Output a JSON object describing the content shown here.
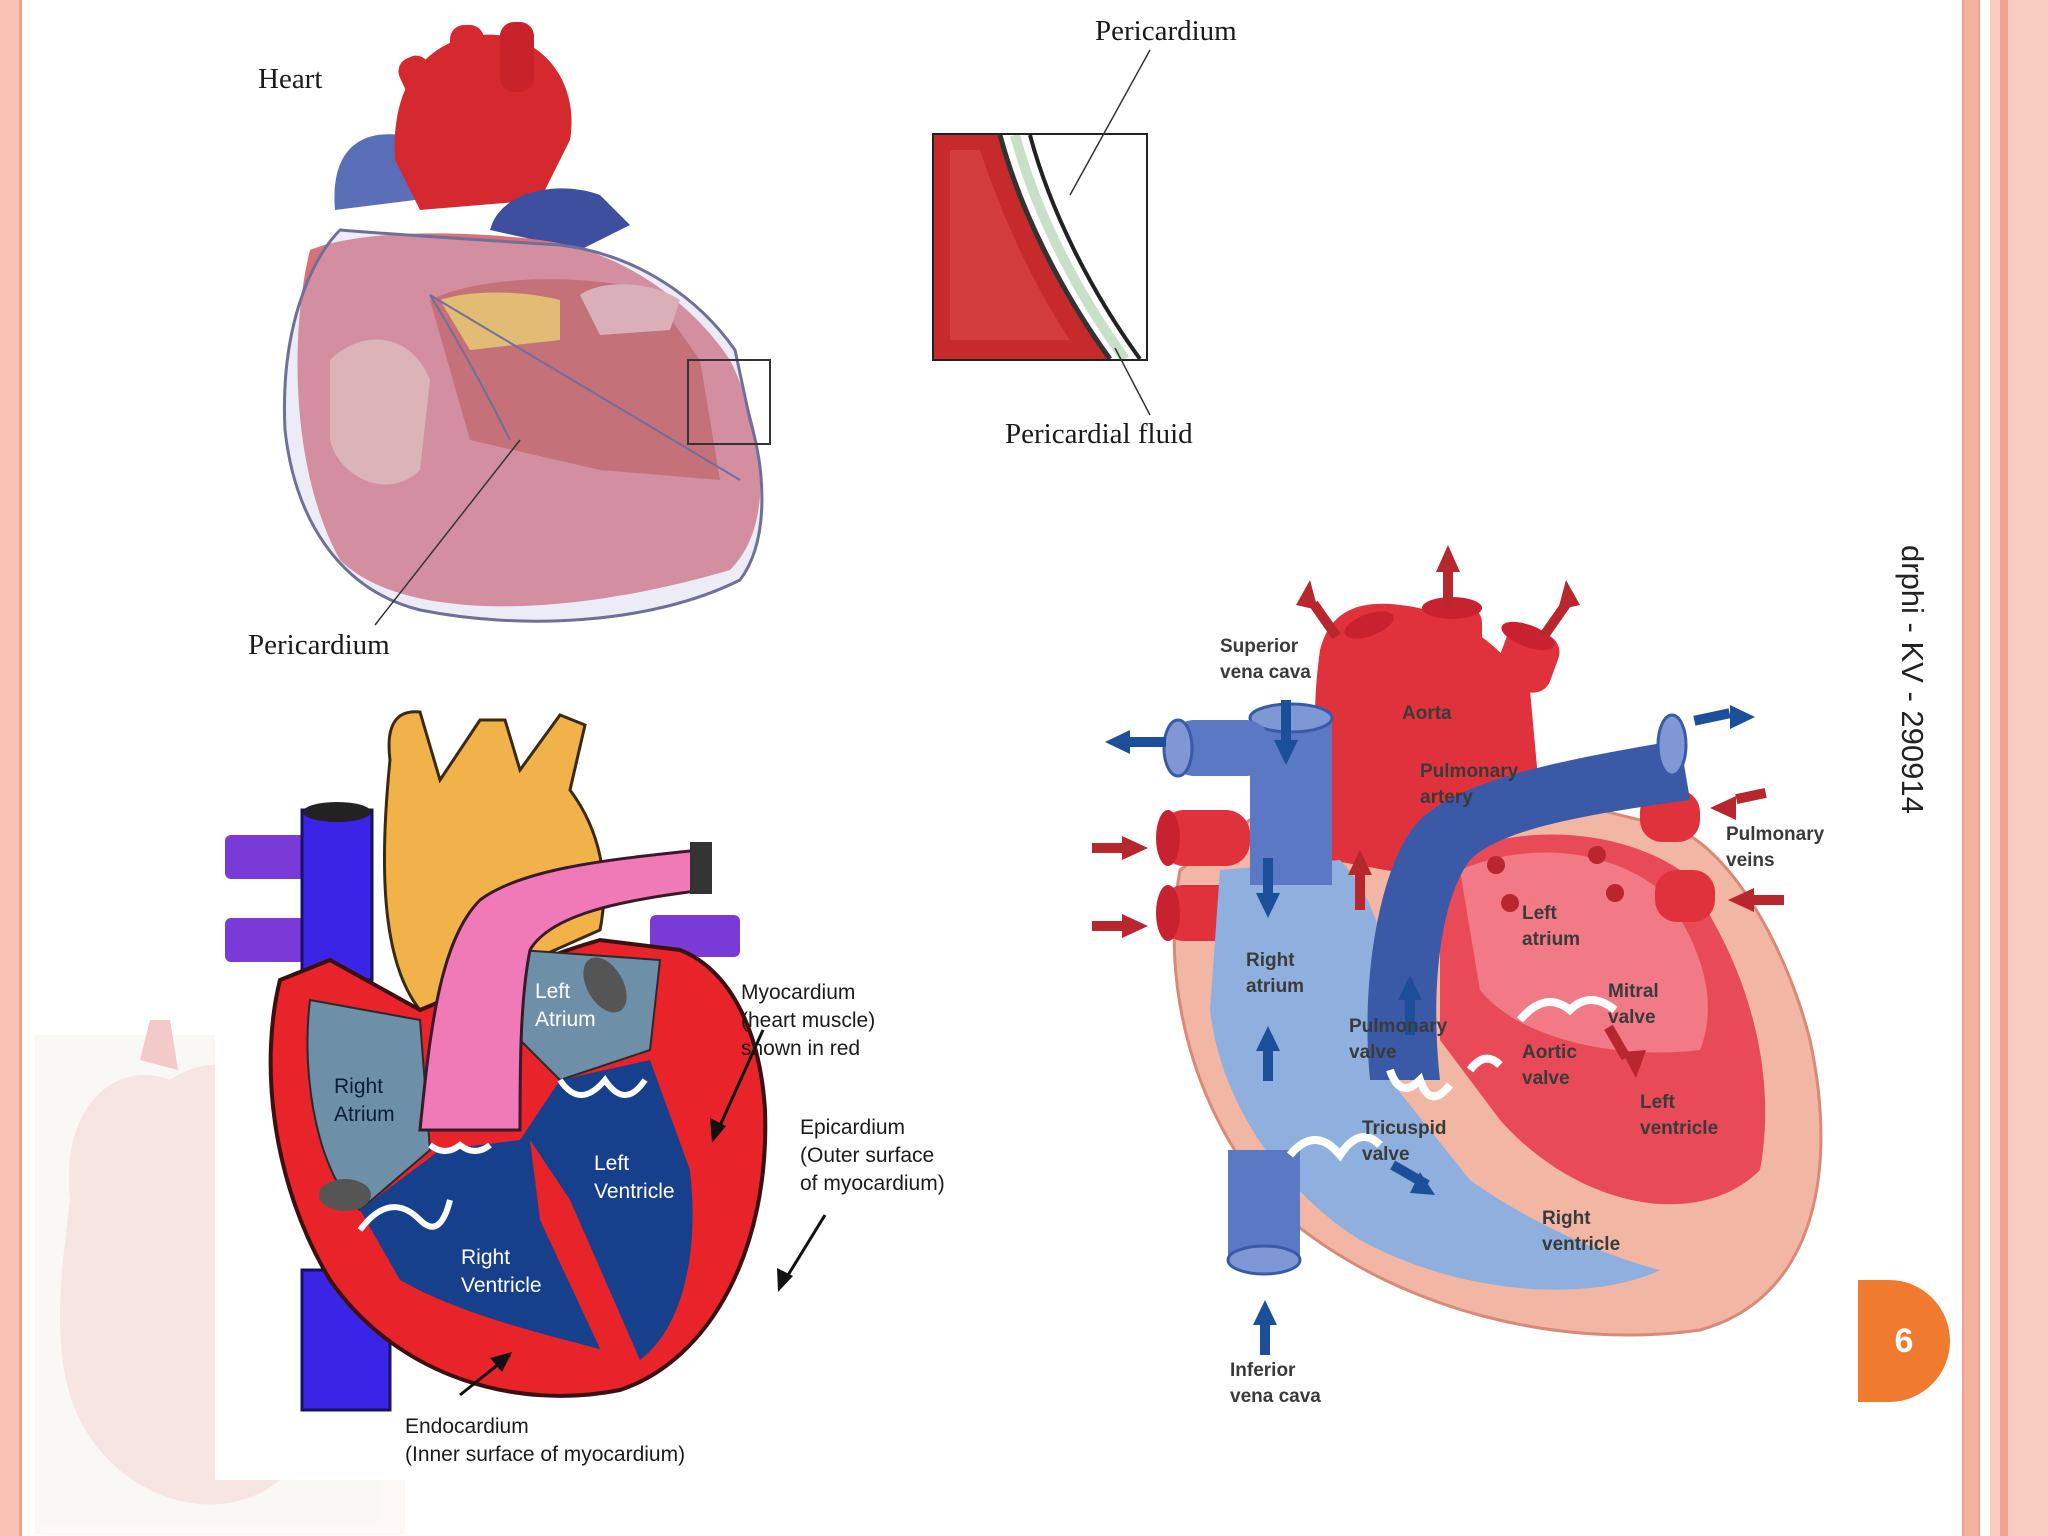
{
  "diagram_top_left": {
    "label_heart": "Heart",
    "label_pericardium_bottom": "Pericardium",
    "label_pericardium_top": "Pericardium",
    "label_pericardial_fluid": "Pericardial fluid"
  },
  "diagram_bottom_left": {
    "left_atrium": [
      "Left",
      "Atrium"
    ],
    "right_atrium": [
      "Right",
      "Atrium"
    ],
    "left_ventricle": [
      "Left",
      "Ventricle"
    ],
    "right_ventricle": [
      "Right",
      "Ventricle"
    ],
    "myocardium": [
      "Myocardium",
      "(heart muscle)",
      "shown in red"
    ],
    "epicardium": [
      "Epicardium",
      "(Outer surface",
      "of myocardium)"
    ],
    "endocardium": [
      "Endocardium",
      "(Inner surface of myocardium)"
    ]
  },
  "diagram_right": {
    "superior_vena_cava": [
      "Superior",
      "vena cava"
    ],
    "aorta": "Aorta",
    "pulmonary_artery": [
      "Pulmonary",
      "artery"
    ],
    "pulmonary_veins": [
      "Pulmonary",
      "veins"
    ],
    "left_atrium": [
      "Left",
      "atrium"
    ],
    "right_atrium": [
      "Right",
      "atrium"
    ],
    "mitral_valve": [
      "Mitral",
      "valve"
    ],
    "pulmonary_valve": [
      "Pulmonary",
      "valve"
    ],
    "aortic_valve": [
      "Aortic",
      "valve"
    ],
    "left_ventricle": [
      "Left",
      "ventricle"
    ],
    "tricuspid_valve": [
      "Tricuspid",
      "valve"
    ],
    "right_ventricle": [
      "Right",
      "ventricle"
    ],
    "inferior_vena_cava": [
      "Inferior",
      "vena cava"
    ]
  },
  "footer": {
    "text": "drphi - KV - 290914",
    "page_number": "6"
  },
  "colors": {
    "frame": "#f6c3b4",
    "badge": "#f07a2e",
    "oxygenated": "#e0323c",
    "deoxygenated": "#3a5aa8"
  }
}
